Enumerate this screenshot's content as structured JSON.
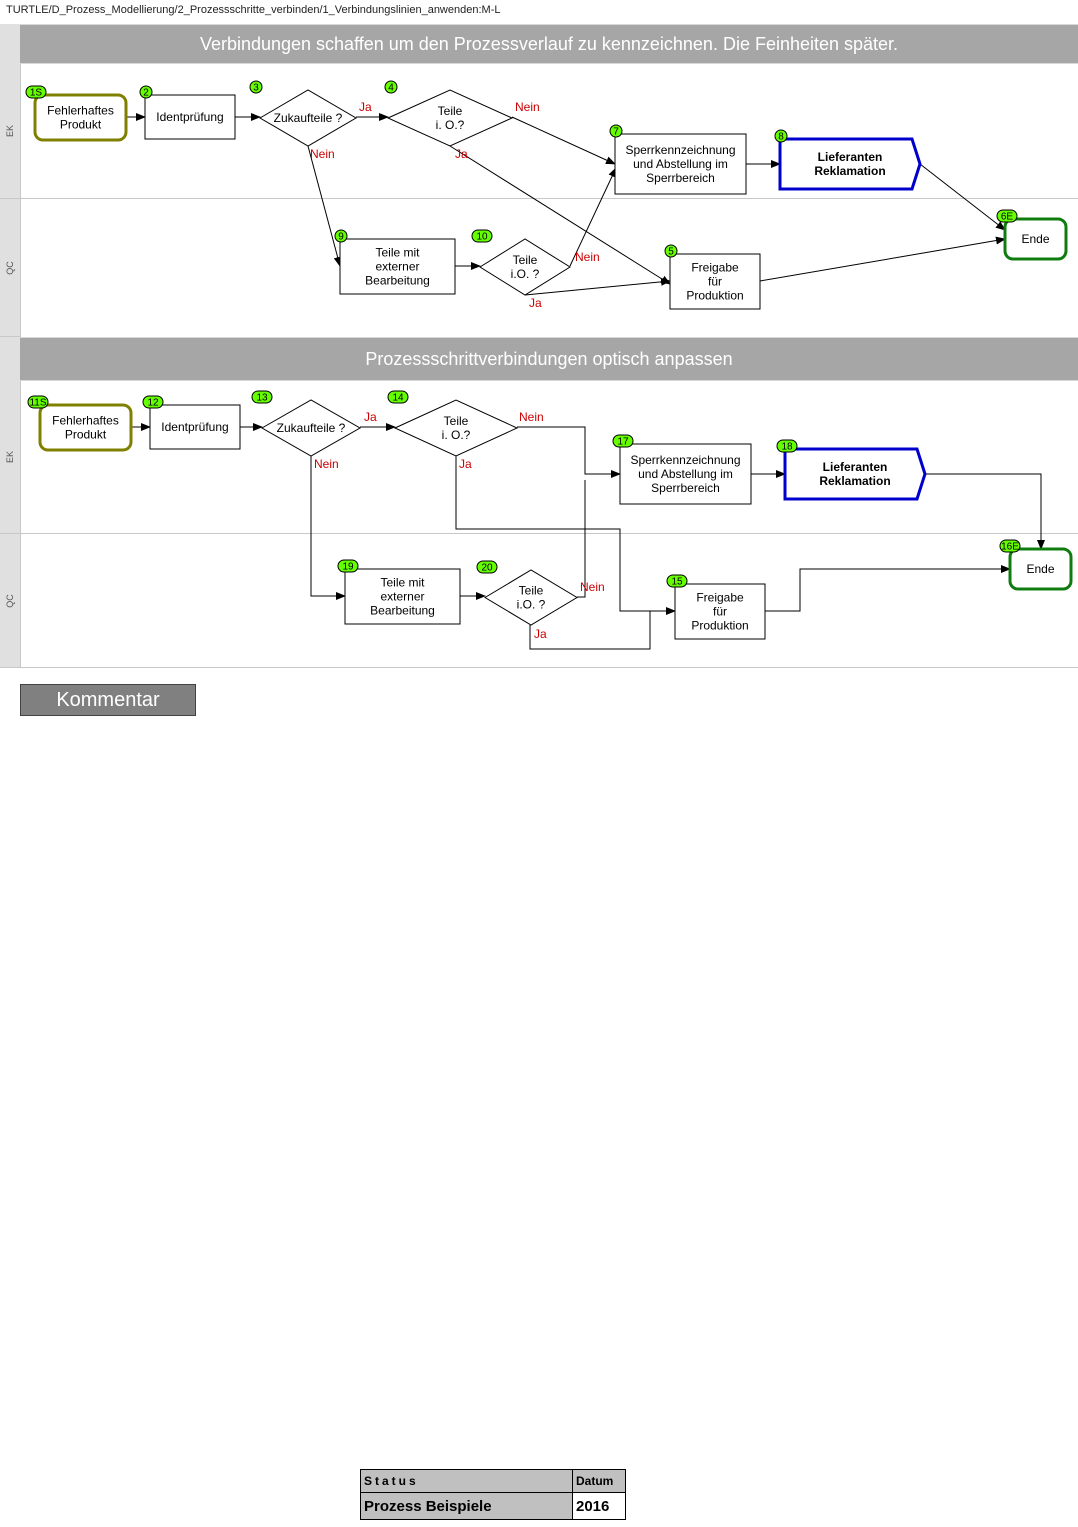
{
  "breadcrumb": "TURTLE/D_Prozess_Modellierung/2_Prozessschritte_verbinden/1_Verbindungslinien_anwenden:M-L",
  "section1": {
    "title": "Verbindungen schaffen um den Prozessverlauf zu kennzeichnen. Die Feinheiten später."
  },
  "section2": {
    "title": "Prozessschrittverbindungen optisch anpassen"
  },
  "lanes": {
    "ek": "EK",
    "qc": "QC"
  },
  "labels": {
    "yes": "Ja",
    "no": "Nein"
  },
  "colors": {
    "start": "#808000",
    "end": "#107c10",
    "external": "#0000cc",
    "badge": "#66ff00",
    "branch_label": "#cc0000"
  },
  "diagram1": {
    "n1": {
      "id": "1S",
      "lines": [
        "Fehlerhaftes",
        "Produkt"
      ]
    },
    "n2": {
      "id": "2",
      "lines": [
        "Identprüfung"
      ]
    },
    "n3": {
      "id": "3",
      "lines": [
        "Zukaufteile ?"
      ]
    },
    "n4": {
      "id": "4",
      "lines": [
        "Teile",
        "i. O.?"
      ]
    },
    "n7": {
      "id": "7",
      "lines": [
        "Sperrkennzeichnung",
        "und Abstellung im",
        "Sperrbereich"
      ]
    },
    "n8": {
      "id": "8",
      "lines": [
        "Lieferanten",
        "Reklamation"
      ]
    },
    "n6E": {
      "id": "6E",
      "lines": [
        "Ende"
      ]
    },
    "n9": {
      "id": "9",
      "lines": [
        "Teile mit",
        "externer",
        "Bearbeitung"
      ]
    },
    "n10": {
      "id": "10",
      "lines": [
        "Teile",
        "i.O. ?"
      ]
    },
    "n5": {
      "id": "5",
      "lines": [
        "Freigabe",
        "für",
        "Produktion"
      ]
    }
  },
  "diagram2": {
    "n11": {
      "id": "11S",
      "lines": [
        "Fehlerhaftes",
        "Produkt"
      ]
    },
    "n12": {
      "id": "12",
      "lines": [
        "Identprüfung"
      ]
    },
    "n13": {
      "id": "13",
      "lines": [
        "Zukaufteile ?"
      ]
    },
    "n14": {
      "id": "14",
      "lines": [
        "Teile",
        "i. O.?"
      ]
    },
    "n17": {
      "id": "17",
      "lines": [
        "Sperrkennzeichnung",
        "und Abstellung im",
        "Sperrbereich"
      ]
    },
    "n18": {
      "id": "18",
      "lines": [
        "Lieferanten",
        "Reklamation"
      ]
    },
    "n16E": {
      "id": "16E",
      "lines": [
        "Ende"
      ]
    },
    "n19": {
      "id": "19",
      "lines": [
        "Teile mit",
        "externer",
        "Bearbeitung"
      ]
    },
    "n20": {
      "id": "20",
      "lines": [
        "Teile",
        "i.O. ?"
      ]
    },
    "n15": {
      "id": "15",
      "lines": [
        "Freigabe",
        "für",
        "Produktion"
      ]
    }
  },
  "comment_button": "Kommentar",
  "status_table": {
    "status_header": "Status",
    "date_header": "Datum",
    "status_value": "Prozess Beispiele",
    "date_value": "2016"
  }
}
